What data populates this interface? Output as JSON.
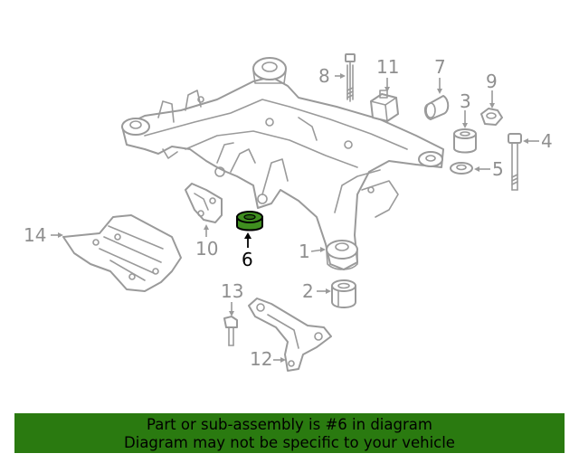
{
  "callouts": {
    "c1": "1",
    "c2": "2",
    "c3": "3",
    "c4": "4",
    "c5": "5",
    "c6": "6",
    "c7": "7",
    "c8": "8",
    "c9": "9",
    "c10": "10",
    "c11": "11",
    "c12": "12",
    "c13": "13",
    "c14": "14"
  },
  "highlight": {
    "part": "6",
    "color": "#3f8f1f"
  },
  "banner": {
    "line1": "Part or sub-assembly is #6 in diagram",
    "line2": "Diagram may not be specific to your vehicle",
    "color": "#2a7a10"
  }
}
